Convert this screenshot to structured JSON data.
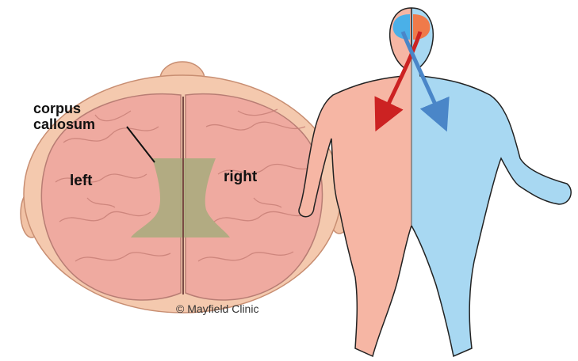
{
  "labels": {
    "corpus": "corpus",
    "callosum": "callosum",
    "left": "left",
    "right": "right"
  },
  "credit": "© Mayfield Clinic",
  "colors": {
    "left_side": "#f6b6a4",
    "right_side": "#a8d8f2",
    "brain": "#efaaa0",
    "corpus_callosum": "#a7ab7c",
    "left_arrow": "#cc2222",
    "right_arrow": "#4a86c8"
  }
}
